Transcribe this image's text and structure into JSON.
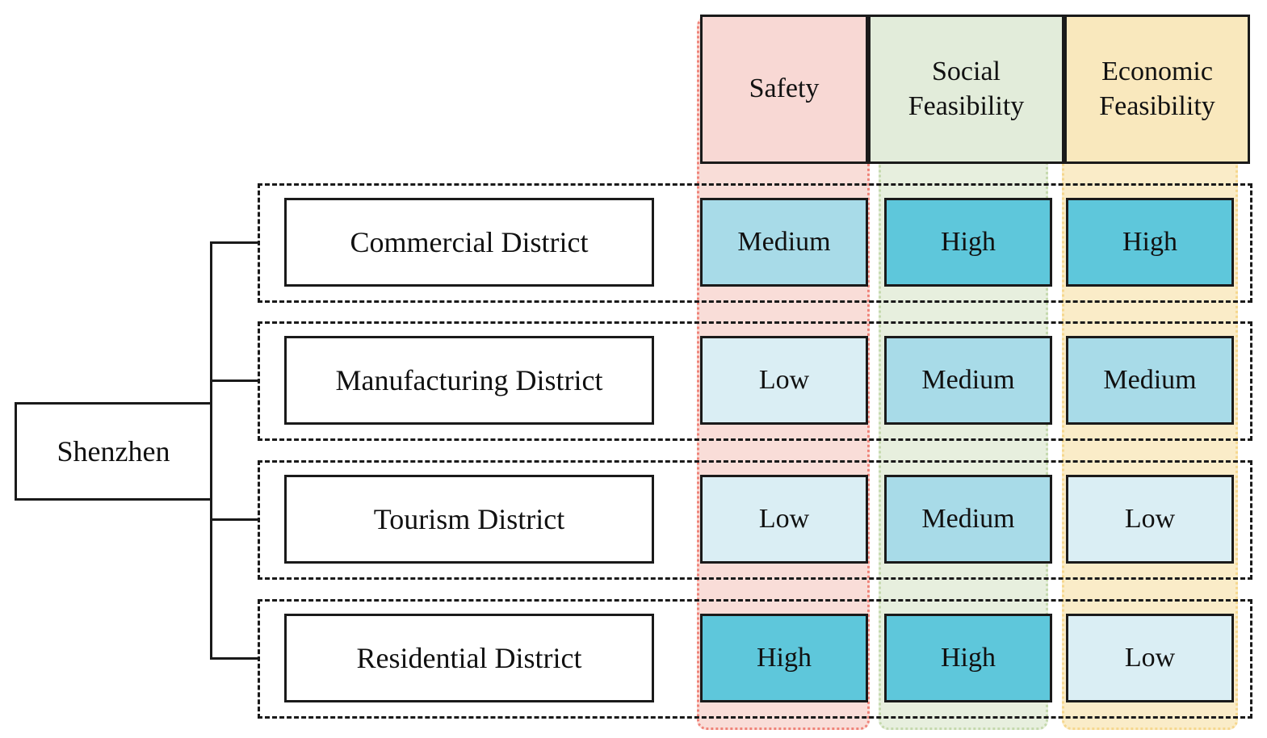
{
  "root": {
    "label": "Shenzhen"
  },
  "columns": [
    {
      "label": "Safety",
      "header_fill": "#f8d8d4",
      "band_fill": "#f9ddd8",
      "band_border": "#ef8379"
    },
    {
      "label": "Social Feasibility",
      "header_fill": "#e2ecda",
      "band_fill": "#e7efde",
      "band_border": "#c5d9ad"
    },
    {
      "label": "Economic Feasibility",
      "header_fill": "#f9e8bd",
      "band_fill": "#faecc8",
      "band_border": "#f5d78e"
    }
  ],
  "matrix": {
    "rows": [
      {
        "label": "Commercial District",
        "cells": [
          "Medium",
          "High",
          "High"
        ]
      },
      {
        "label": "Manufacturing District",
        "cells": [
          "Low",
          "Medium",
          "Medium"
        ]
      },
      {
        "label": "Tourism District",
        "cells": [
          "Low",
          "Medium",
          "Low"
        ]
      },
      {
        "label": "Residential District",
        "cells": [
          "High",
          "High",
          "Low"
        ]
      }
    ]
  },
  "levels": {
    "High": "#5ec7db",
    "Medium": "#a8dbe8",
    "Low": "#daeef4"
  },
  "line_color": "#1a1a1a"
}
